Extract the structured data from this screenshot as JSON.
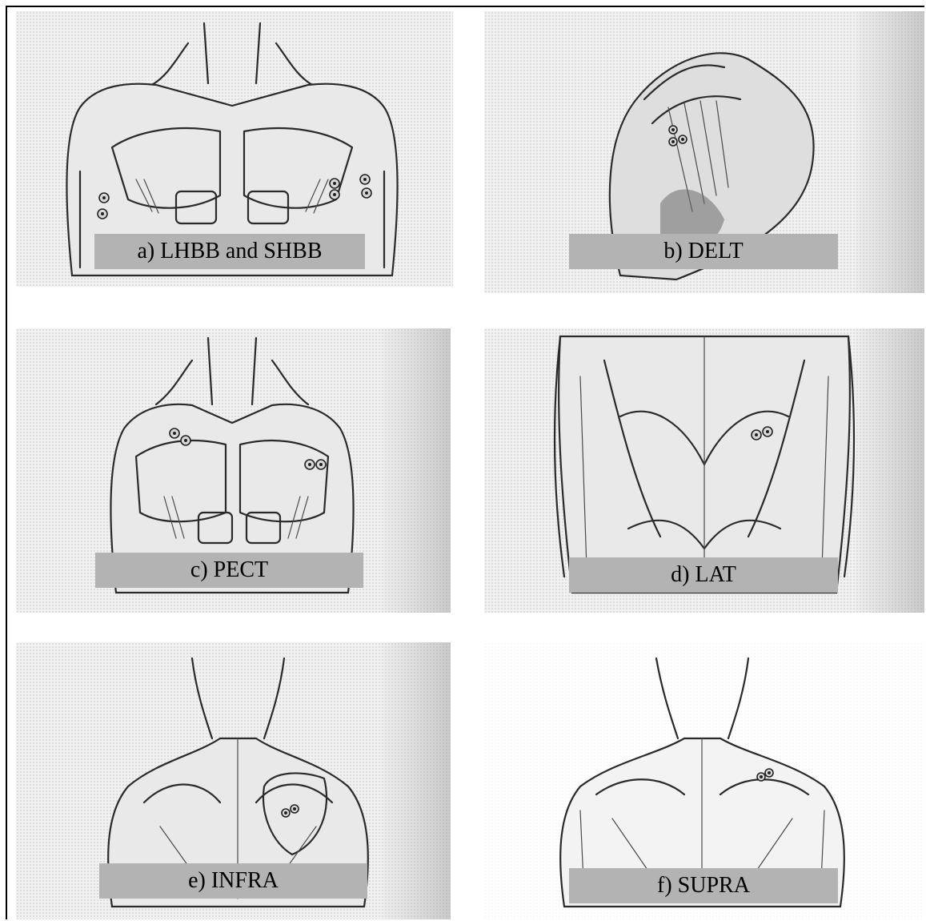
{
  "panels": [
    {
      "id": "a",
      "label": "a) LHBB and SHBB",
      "view": "anterior-torso",
      "electrode_icon": "electrode-pair"
    },
    {
      "id": "b",
      "label": "b) DELT",
      "view": "shoulder-lateral",
      "electrode_icon": "electrode-pair"
    },
    {
      "id": "c",
      "label": "c) PECT",
      "view": "anterior-torso",
      "electrode_icon": "electrode-pair"
    },
    {
      "id": "d",
      "label": "d) LAT",
      "view": "posterior-back",
      "electrode_icon": "electrode-pair"
    },
    {
      "id": "e",
      "label": "e) INFRA",
      "view": "posterior-shoulders",
      "electrode_icon": "electrode-pair"
    },
    {
      "id": "f",
      "label": "f) SUPRA",
      "view": "posterior-shoulders",
      "electrode_icon": "electrode-pair"
    }
  ],
  "colors": {
    "label_background": "#b3b3b3",
    "label_text": "#000000",
    "line_art": "#2a2a2a"
  }
}
